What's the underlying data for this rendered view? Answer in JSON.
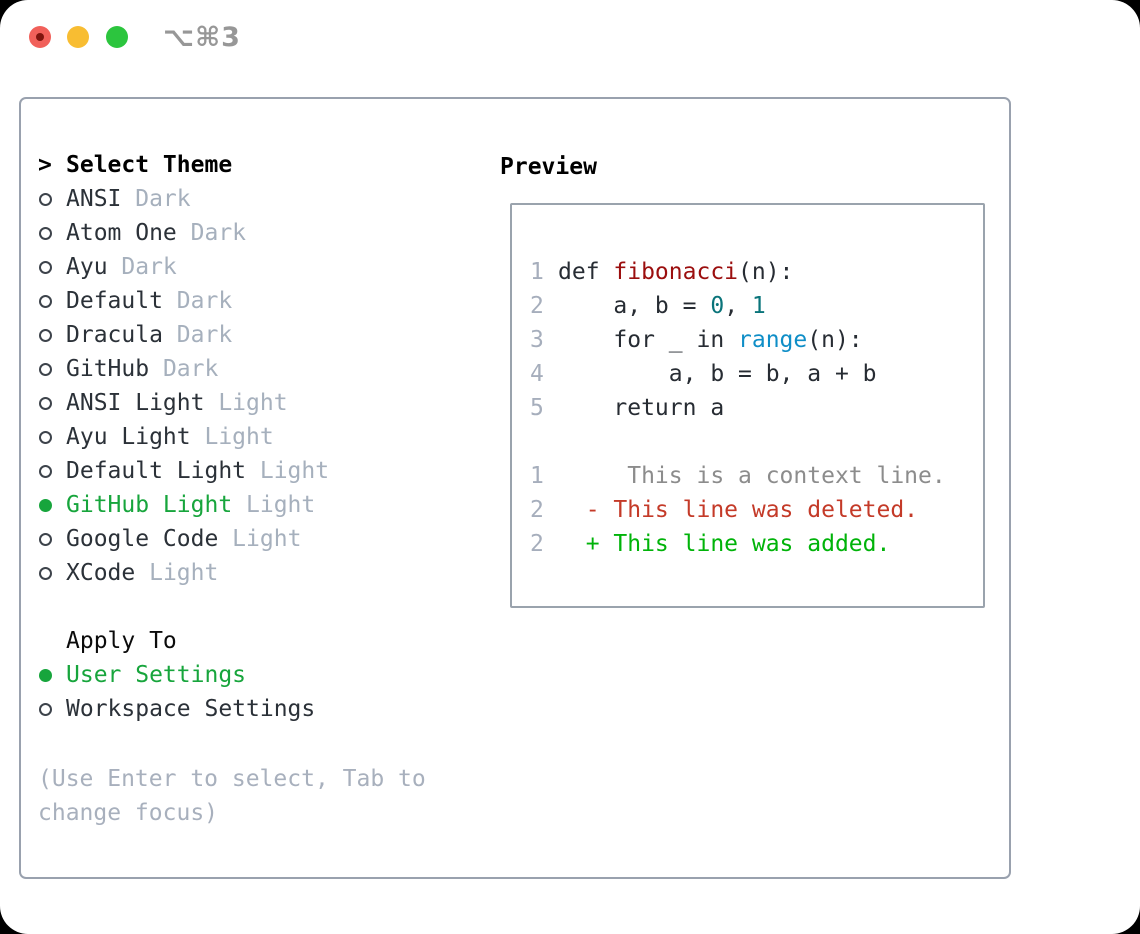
{
  "window": {
    "title": "⌥⌘3",
    "traffic_lights": [
      "close",
      "minimize",
      "zoom"
    ]
  },
  "colors": {
    "selected_green": "#17a53c",
    "added_green": "#00b309",
    "deleted_red": "#c43a28",
    "function_red": "#9b0e0e",
    "number_teal": "#0a747a",
    "builtin_blue": "#0f8ec7",
    "muted_gray": "#a6b0bd",
    "border_gray": "#99a1ae"
  },
  "theme_panel": {
    "header": {
      "prefix": ">",
      "label": "Select Theme"
    },
    "items": [
      {
        "name": "ANSI",
        "tag": "Dark",
        "selected": false
      },
      {
        "name": "Atom One",
        "tag": "Dark",
        "selected": false
      },
      {
        "name": "Ayu",
        "tag": "Dark",
        "selected": false
      },
      {
        "name": "Default",
        "tag": "Dark",
        "selected": false
      },
      {
        "name": "Dracula",
        "tag": "Dark",
        "selected": false
      },
      {
        "name": "GitHub",
        "tag": "Dark",
        "selected": false
      },
      {
        "name": "ANSI Light",
        "tag": "Light",
        "selected": false
      },
      {
        "name": "Ayu Light",
        "tag": "Light",
        "selected": false
      },
      {
        "name": "Default Light",
        "tag": "Light",
        "selected": false
      },
      {
        "name": "GitHub Light",
        "tag": "Light",
        "selected": true
      },
      {
        "name": "Google Code",
        "tag": "Light",
        "selected": false
      },
      {
        "name": "XCode",
        "tag": "Light",
        "selected": false
      }
    ],
    "apply_to": {
      "label": "Apply To",
      "options": [
        {
          "name": "User Settings",
          "selected": true
        },
        {
          "name": "Workspace Settings",
          "selected": false
        }
      ]
    },
    "hint_lines": [
      "(Use Enter to select, Tab to",
      "change focus)"
    ]
  },
  "preview": {
    "title": "Preview",
    "code_lines": [
      {
        "num": "1",
        "segments": [
          {
            "t": "def ",
            "c": "code"
          },
          {
            "t": "fibonacci",
            "c": "func"
          },
          {
            "t": "(n):",
            "c": "code"
          }
        ]
      },
      {
        "num": "2",
        "segments": [
          {
            "t": "    a, b = ",
            "c": "code"
          },
          {
            "t": "0",
            "c": "num"
          },
          {
            "t": ", ",
            "c": "code"
          },
          {
            "t": "1",
            "c": "num"
          }
        ]
      },
      {
        "num": "3",
        "segments": [
          {
            "t": "    for _ in ",
            "c": "code"
          },
          {
            "t": "range",
            "c": "builtin"
          },
          {
            "t": "(n):",
            "c": "code"
          }
        ]
      },
      {
        "num": "4",
        "segments": [
          {
            "t": "        a, b = b, a + b",
            "c": "code"
          }
        ]
      },
      {
        "num": "5",
        "segments": [
          {
            "t": "    return a",
            "c": "code"
          }
        ]
      },
      {
        "num": "",
        "segments": []
      },
      {
        "num": "1",
        "segments": [
          {
            "t": "     This is a context line.",
            "c": "context"
          }
        ]
      },
      {
        "num": "2",
        "segments": [
          {
            "t": "  - This line was deleted.",
            "c": "deleted"
          }
        ]
      },
      {
        "num": "2",
        "segments": [
          {
            "t": "  + This line was added.",
            "c": "added"
          }
        ]
      }
    ]
  }
}
